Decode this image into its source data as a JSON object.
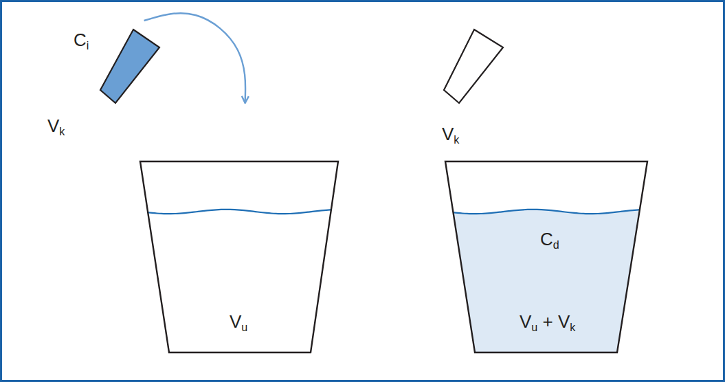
{
  "diagram": {
    "nodes": [
      {
        "text": [
          "Ci",
          "Vk"
        ]
      },
      {
        "text": [
          "Vu"
        ]
      },
      {
        "text": [
          "Vk"
        ]
      },
      {
        "text": [
          "Cd",
          "Vu + Vk"
        ]
      }
    ],
    "edges": [
      {
        "from": 0,
        "to": 1,
        "arrow": "to"
      }
    ]
  }
}
